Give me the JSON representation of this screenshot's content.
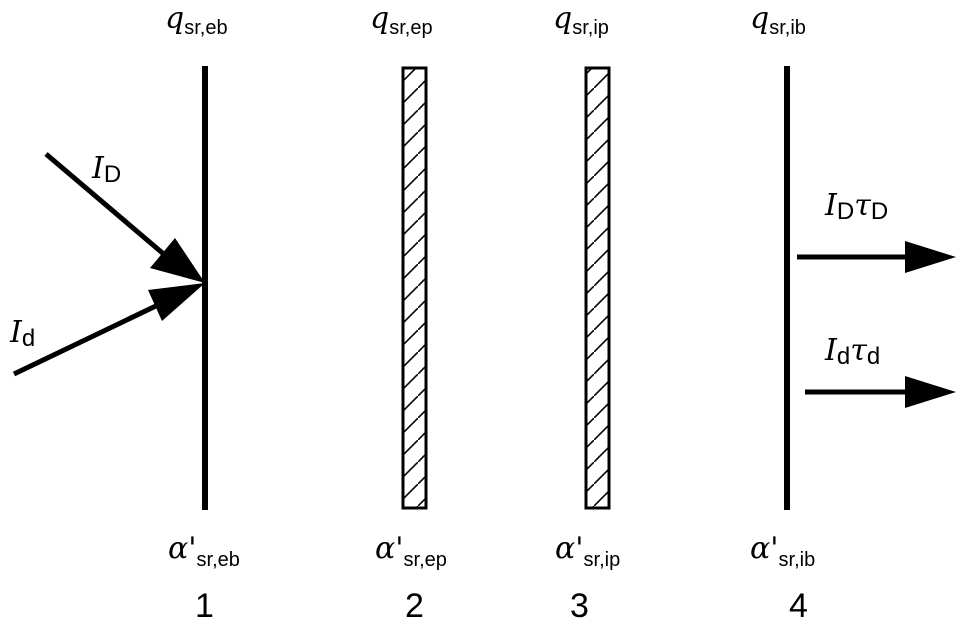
{
  "layers": [
    {
      "id": "1",
      "type": "line",
      "top_label": {
        "sym": "q",
        "sub": "sr,eb"
      },
      "bottom_label": {
        "sym": "α'",
        "sub": "sr,eb"
      }
    },
    {
      "id": "2",
      "type": "hatched",
      "top_label": {
        "sym": "q",
        "sub": "sr,ep"
      },
      "bottom_label": {
        "sym": "α'",
        "sub": "sr,ep"
      }
    },
    {
      "id": "3",
      "type": "hatched",
      "top_label": {
        "sym": "q",
        "sub": "sr,ip"
      },
      "bottom_label": {
        "sym": "α'",
        "sub": "sr,ip"
      }
    },
    {
      "id": "4",
      "type": "line",
      "top_label": {
        "sym": "q",
        "sub": "sr,ib"
      },
      "bottom_label": {
        "sym": "α'",
        "sub": "sr,ib"
      }
    }
  ],
  "incoming": [
    {
      "sym": "I",
      "sub": "D"
    },
    {
      "sym": "I",
      "sub": "d"
    }
  ],
  "outgoing": [
    {
      "sym1": "I",
      "sub1": "D",
      "sym2": "τ",
      "sub2": "D"
    },
    {
      "sym1": "I",
      "sub1": "d",
      "sym2": "τ",
      "sub2": "d"
    }
  ]
}
